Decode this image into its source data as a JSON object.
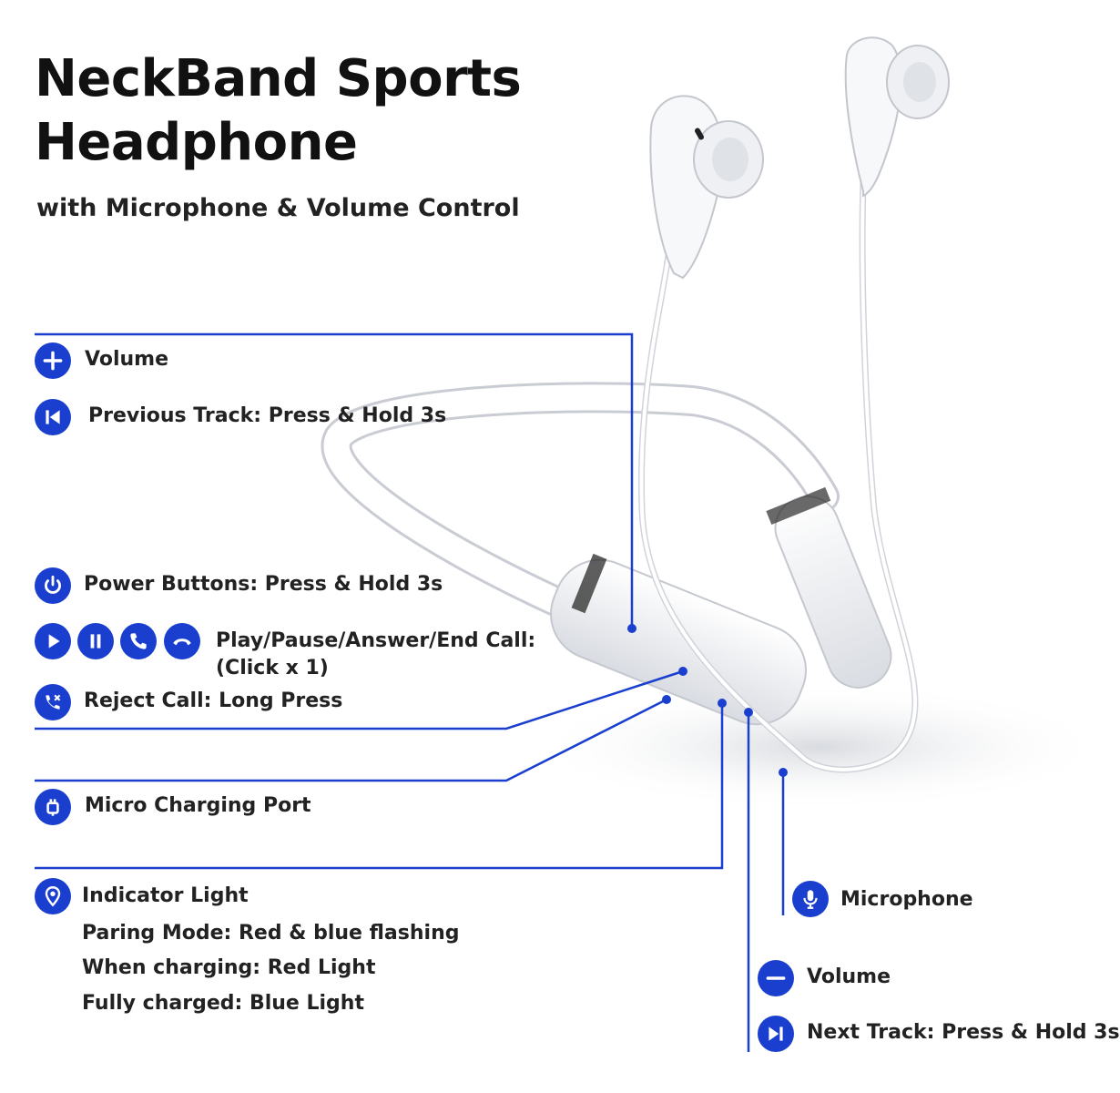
{
  "header": {
    "title_line1": "NeckBand Sports",
    "title_line2": "Headphone",
    "subtitle": "with Microphone & Volume Control"
  },
  "accent_color": "#1a3fcf",
  "features": {
    "volume_up": {
      "icon": "plus-circle-icon",
      "label": "Volume"
    },
    "previous_track": {
      "icon": "previous-track-icon",
      "label": "Previous Track: Press & Hold 3s"
    },
    "power": {
      "icon": "power-icon",
      "label": "Power Buttons: Press & Hold 3s"
    },
    "play_pause": {
      "icons": [
        "play-icon",
        "pause-icon",
        "phone-answer-icon",
        "phone-end-icon"
      ],
      "label_line1": "Play/Pause/Answer/End Call:",
      "label_line2": "(Click x 1)"
    },
    "reject_call": {
      "icon": "reject-call-icon",
      "label": "Reject Call: Long Press"
    },
    "charging_port": {
      "icon": "charging-port-icon",
      "label": "Micro Charging Port"
    },
    "indicator": {
      "icon": "location-pin-icon",
      "label": "Indicator Light",
      "details": [
        "Paring Mode: Red & blue flashing",
        "When charging: Red Light",
        "Fully charged: Blue Light"
      ]
    },
    "microphone": {
      "icon": "microphone-icon",
      "label": "Microphone"
    },
    "volume_down": {
      "icon": "minus-circle-icon",
      "label": "Volume"
    },
    "next_track": {
      "icon": "next-track-icon",
      "label": "Next Track: Press & Hold 3s"
    }
  }
}
